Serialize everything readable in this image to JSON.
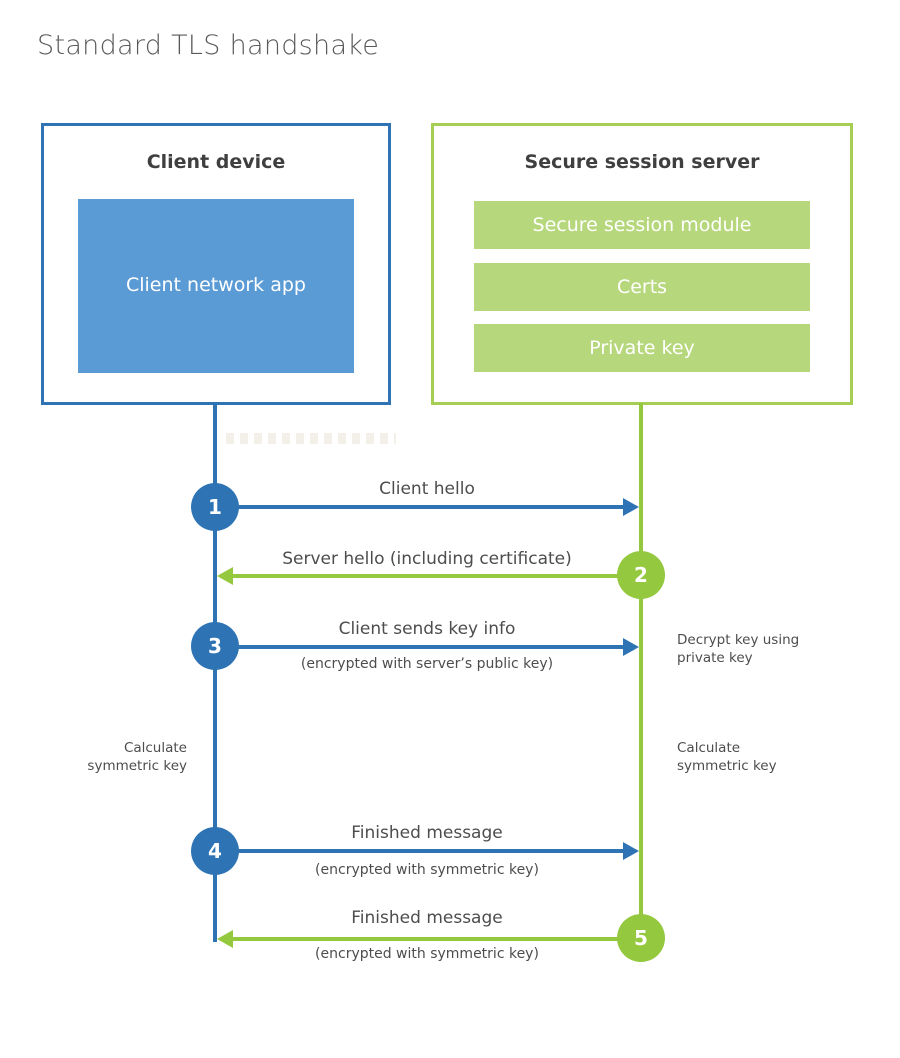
{
  "title": "Standard TLS handshake",
  "colors": {
    "blue": "#2e74b5",
    "light_blue": "#5b9bd5",
    "green": "#94c83e",
    "green_border": "#a6ce54",
    "light_green": "#b6d77c",
    "title_gray": "#595959",
    "text_dark": "#3f3f3f",
    "text_gray": "#4d4d4d"
  },
  "client": {
    "title": "Client device",
    "app_label": "Client network app"
  },
  "server": {
    "title": "Secure session server",
    "modules": [
      "Secure session module",
      "Certs",
      "Private key"
    ]
  },
  "steps": [
    {
      "num": "1",
      "label": "Client hello",
      "sub": "",
      "direction": "right"
    },
    {
      "num": "2",
      "label": "Server hello (including certificate)",
      "sub": "",
      "direction": "left"
    },
    {
      "num": "3",
      "label": "Client sends key info",
      "sub": "(encrypted with server’s public key)",
      "direction": "right"
    },
    {
      "num": "4",
      "label": "Finished message",
      "sub": "(encrypted with symmetric key)",
      "direction": "right"
    },
    {
      "num": "5",
      "label": "Finished message",
      "sub": "(encrypted with symmetric key)",
      "direction": "left"
    }
  ],
  "notes": {
    "decrypt": "Decrypt key using private key",
    "calc_left": "Calculate symmetric key",
    "calc_right": "Calculate symmetric key"
  }
}
